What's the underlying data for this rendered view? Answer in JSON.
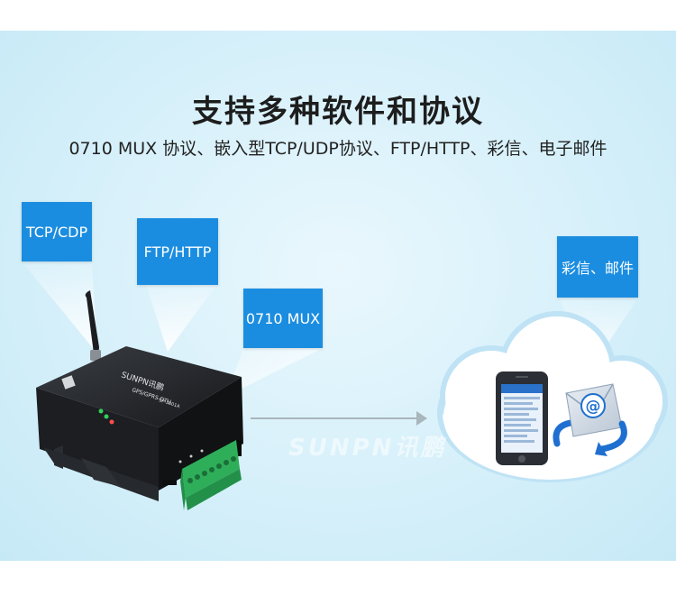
{
  "title": "支持多种软件和协议",
  "subtitle": "0710 MUX 协议、嵌入型TCP/UDP协议、FTP/HTTP、彩信、电子邮件",
  "tags": {
    "tcp": "TCP/CDP",
    "ftp": "FTP/HTTP",
    "mux": "0710 MUX",
    "mms": "彩信、邮件"
  },
  "device": {
    "brand": "SUNPN讯鹏",
    "model": "GPS/GPRS-DTU",
    "code": "SP-3801A"
  },
  "watermark": "SUNPN讯鹏",
  "colors": {
    "tag": "#1b8de0",
    "panel": "#d6f0fa",
    "cloud": "#ffffff",
    "terminal": "#2fae5a"
  }
}
